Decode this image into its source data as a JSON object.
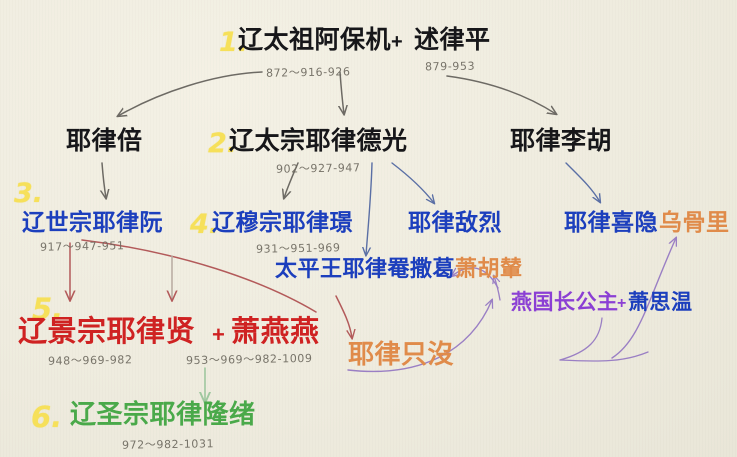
{
  "meta": {
    "title": "辽朝皇室世系图",
    "background_color": "#efecdf"
  },
  "palette": {
    "black": "#17171a",
    "blue": "#1c3fbd",
    "red": "#cf2222",
    "orange": "#e08b4a",
    "purple": "#8b3fd4",
    "green": "#4aa94a",
    "yellow_marker": "#f6e05a",
    "date_gray": "#6e6a60",
    "arrow_gray": "#6d6a64",
    "arrow_blue": "#5a6fa5",
    "arrow_red": "#b35a5a",
    "arrow_green": "#9fc79f",
    "arrow_purple": "#9a7fc4"
  },
  "markers": [
    {
      "label": "1.",
      "id": "marker-1"
    },
    {
      "label": "2.",
      "id": "marker-2"
    },
    {
      "label": "3.",
      "id": "marker-3"
    },
    {
      "label": "4.",
      "id": "marker-4"
    },
    {
      "label": "5.",
      "id": "marker-5"
    },
    {
      "label": "6.",
      "id": "marker-6"
    }
  ],
  "nodes": {
    "taizu": {
      "name": "辽太祖阿保机",
      "date": "872～916-926",
      "color": "black"
    },
    "shulvping": {
      "name": "述律平",
      "date": "879-953",
      "color": "black"
    },
    "yelubei": {
      "name": "耶律倍",
      "date": "",
      "color": "black"
    },
    "taizong": {
      "name": "辽太宗耶律德光",
      "date": "902～927-947",
      "color": "black"
    },
    "lihu": {
      "name": "耶律李胡",
      "date": "",
      "color": "black"
    },
    "shizong": {
      "name": "辽世宗耶律阮",
      "date": "917～947-951",
      "color": "blue"
    },
    "muzong": {
      "name": "辽穆宗耶律璟",
      "date": "931～951-969",
      "color": "blue"
    },
    "dilie": {
      "name": "耶律敌烈",
      "date": "",
      "color": "blue"
    },
    "xiyin": {
      "name": "耶律喜隐",
      "date": "",
      "color": "blue"
    },
    "wuguli": {
      "name": "乌骨里",
      "date": "",
      "color": "orange"
    },
    "yansagé": {
      "name": "太平王耶律罨撒葛",
      "date": "",
      "color": "blue"
    },
    "xiaohunian": {
      "name": "萧胡輦",
      "date": "",
      "color": "orange"
    },
    "jingzong": {
      "name": "辽景宗耶律贤",
      "date": "948～969-982",
      "color": "red"
    },
    "xiaoyanyan": {
      "name": "萧燕燕",
      "date": "953～969～982-1009",
      "color": "red"
    },
    "yanguo": {
      "name": "燕国长公主",
      "date": "",
      "color": "purple"
    },
    "xiaosiwen": {
      "name": "萧思温",
      "date": "",
      "color": "blue"
    },
    "zhimo": {
      "name": "耶律只沒",
      "date": "",
      "color": "orange"
    },
    "shengzong": {
      "name": "辽圣宗耶律隆绪",
      "date": "972～982-1031",
      "color": "green"
    }
  },
  "connectors": {
    "plus_taizu": "+",
    "plus_jingzong": "+",
    "plus_yanguo": "+"
  }
}
